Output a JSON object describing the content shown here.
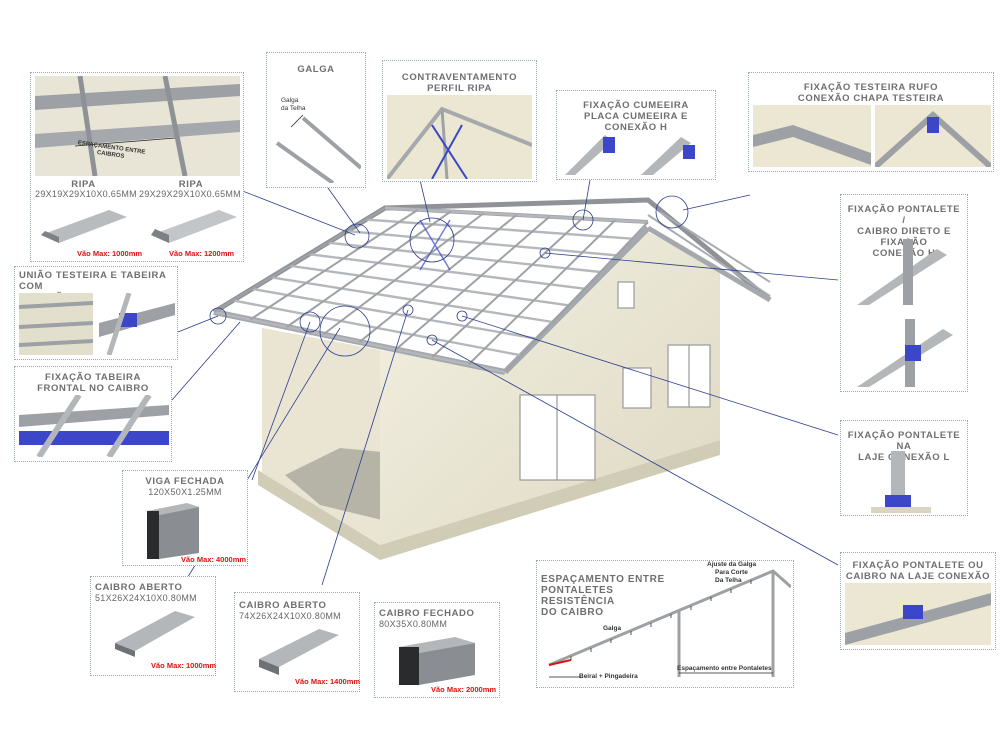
{
  "colors": {
    "steel": "#b9bcbf",
    "steel_dark": "#7d8186",
    "wall": "#ece8d6",
    "wall_shade": "#d8d3bc",
    "connector": "#3b47c8",
    "red": "#d11111",
    "leader": "#2d3e8c"
  },
  "panels": {
    "ripa": {
      "title_a": "RIPA",
      "spec_a": "29X19X29X10X0.65MM",
      "title_b": "RIPA",
      "spec_b": "29X29X29X10X0.65MM",
      "vao_a": "Vão Max: 1000mm",
      "vao_b": "Vão Max: 1200mm",
      "note": "ESPAÇAMENTO ENTRE CAIBROS"
    },
    "galga": {
      "title": "GALGA",
      "note_a": "Galga",
      "note_b": "da Telha"
    },
    "contravent": {
      "title_a": "CONTRAVENTAMENTO",
      "title_b": "PERFIL RIPA"
    },
    "cumeeira": {
      "title_a": "FIXAÇÃO CUMEEIRA",
      "title_b": "PLACA CUMEEIRA E CONEXÃO H"
    },
    "testeira_rufo": {
      "title_a": "FIXAÇÃO TESTEIRA RUFO",
      "title_b": "CONEXÃO CHAPA TESTEIRA"
    },
    "pontalete_caibro": {
      "title_a": "FIXAÇÃO PONTALETE /",
      "title_b": "CAIBRO DIRETO E FIXAÇÃO",
      "title_c": "CONEXÃO H"
    },
    "uniao_testeira": {
      "title_a": "UNIÃO TESTEIRA E TABEIRA COM",
      "title_b": "CONEXÃO L"
    },
    "tabeira_frontal": {
      "title_a": "FIXAÇÃO TABEIRA",
      "title_b": "FRONTAL NO CAIBRO"
    },
    "viga_fechada": {
      "title": "VIGA FECHADA",
      "spec": "120X50X1.25MM",
      "vao": "Vão Max: 4000mm"
    },
    "pontalete_laje_l": {
      "title_a": "FIXAÇÃO PONTALETE NA",
      "title_b": "LAJE CONEXÃO L"
    },
    "pontalete_laje_u": {
      "title_a": "FIXAÇÃO PONTALETE OU",
      "title_b": "CAIBRO NA LAJE CONEXÃO U"
    },
    "caibro_aberto_51": {
      "title": "CAIBRO ABERTO",
      "spec": "51X26X24X10X0.80MM",
      "vao": "Vão Max: 1000mm"
    },
    "caibro_aberto_74": {
      "title": "CAIBRO ABERTO",
      "spec": "74X26X24X10X0.80MM",
      "vao": "Vão Max: 1400mm"
    },
    "caibro_fechado": {
      "title": "CAIBRO FECHADO",
      "spec": "80X35X0.80MM",
      "vao": "Vão Max: 2000mm"
    },
    "espacamento": {
      "title_a": "ESPAÇAMENTO ENTRE",
      "title_b": "PONTALETES",
      "title_c": "RESISTÊNCIA",
      "title_d": "DO CAIBRO",
      "note_ajuste_a": "Ajuste da Galga",
      "note_ajuste_b": "Para Corte",
      "note_ajuste_c": "Da Telha",
      "note_galga": "Galga",
      "note_beiral": "Beiral + Pingadeira",
      "note_espac": "Espaçamento entre Pontaletes"
    }
  }
}
